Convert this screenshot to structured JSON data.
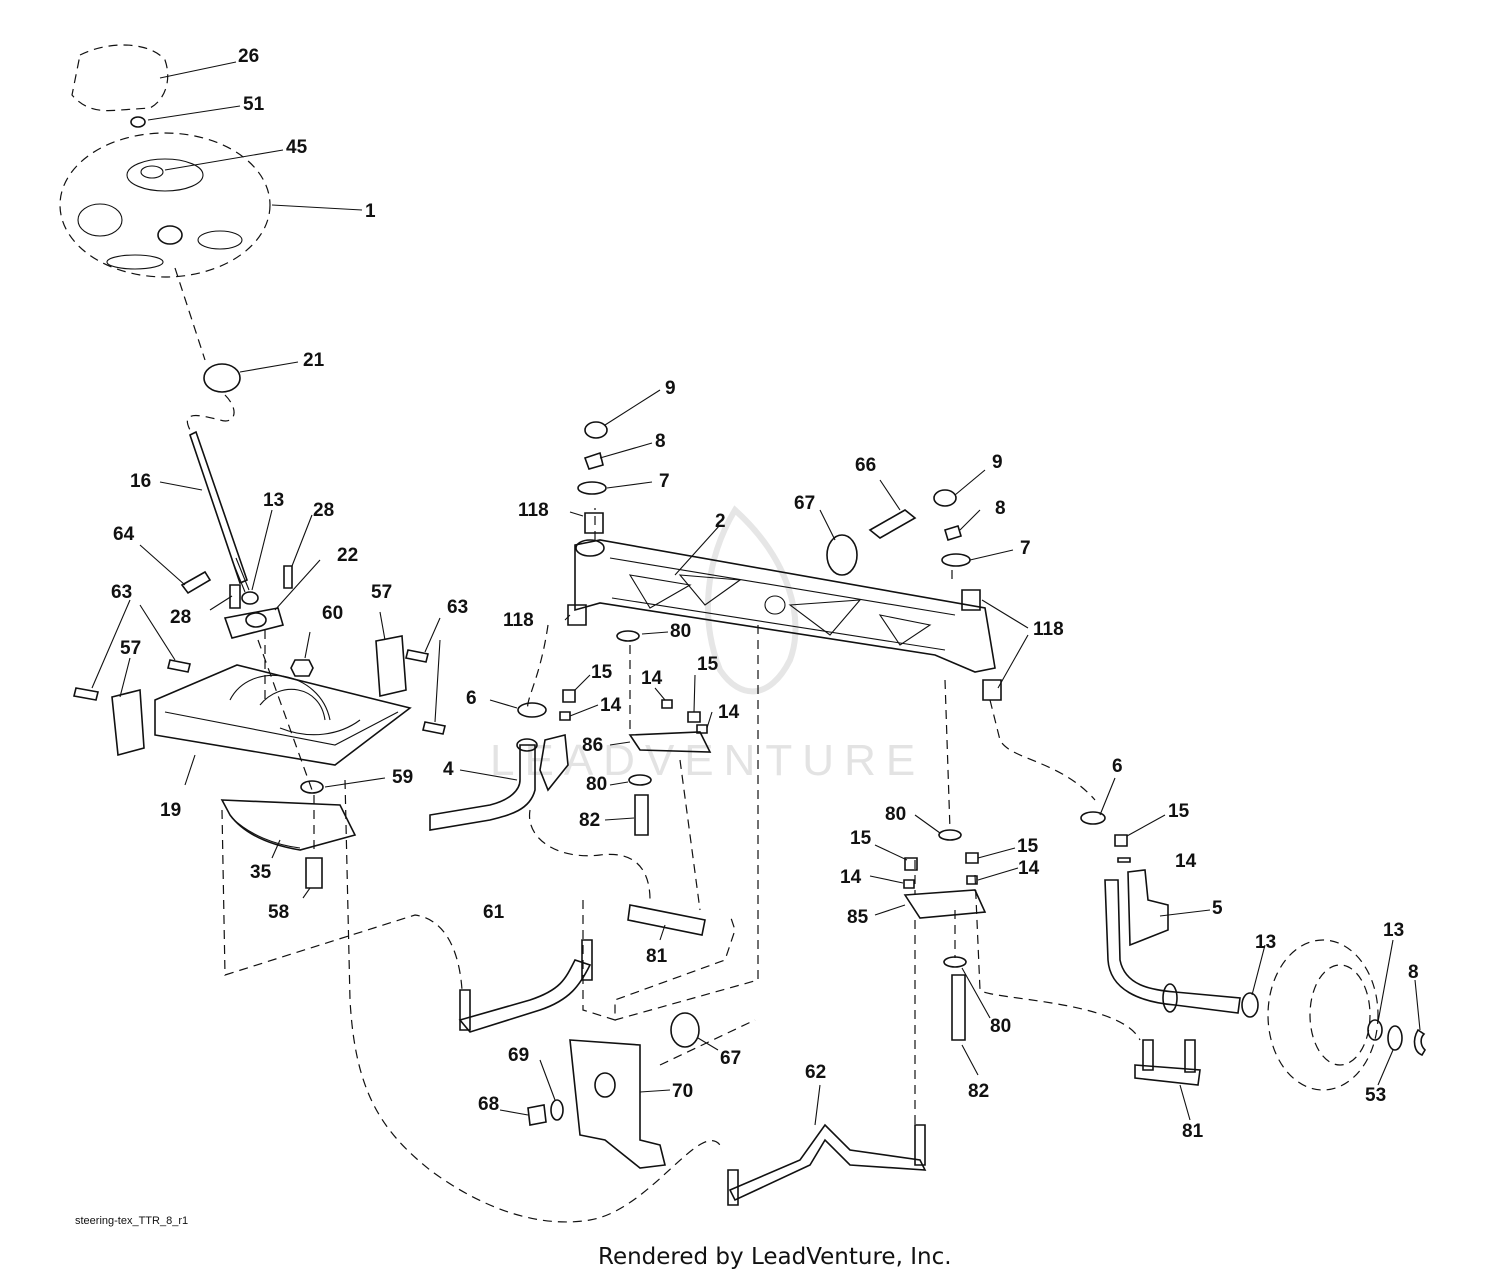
{
  "watermark": "LEADVENTURE",
  "file_name": "steering-tex_TTR_8_r1",
  "credit": "Rendered by LeadVenture, Inc.",
  "callouts": [
    {
      "id": "c26",
      "text": "26"
    },
    {
      "id": "c51",
      "text": "51"
    },
    {
      "id": "c45",
      "text": "45"
    },
    {
      "id": "c1",
      "text": "1"
    },
    {
      "id": "c21",
      "text": "21"
    },
    {
      "id": "c16",
      "text": "16"
    },
    {
      "id": "c13a",
      "text": "13"
    },
    {
      "id": "c28a",
      "text": "28"
    },
    {
      "id": "c64",
      "text": "64"
    },
    {
      "id": "c22",
      "text": "22"
    },
    {
      "id": "c28b",
      "text": "28"
    },
    {
      "id": "c57a",
      "text": "57"
    },
    {
      "id": "c63a",
      "text": "63"
    },
    {
      "id": "c63b",
      "text": "63"
    },
    {
      "id": "c60",
      "text": "60"
    },
    {
      "id": "c57b",
      "text": "57"
    },
    {
      "id": "c63c",
      "text": "63"
    },
    {
      "id": "c19",
      "text": "19"
    },
    {
      "id": "c59",
      "text": "59"
    },
    {
      "id": "c35",
      "text": "35"
    },
    {
      "id": "c58",
      "text": "58"
    },
    {
      "id": "c9a",
      "text": "9"
    },
    {
      "id": "c8a",
      "text": "8"
    },
    {
      "id": "c7a",
      "text": "7"
    },
    {
      "id": "c118a",
      "text": "118"
    },
    {
      "id": "c2",
      "text": "2"
    },
    {
      "id": "c66",
      "text": "66"
    },
    {
      "id": "c67a",
      "text": "67"
    },
    {
      "id": "c9b",
      "text": "9"
    },
    {
      "id": "c8b",
      "text": "8"
    },
    {
      "id": "c7b",
      "text": "7"
    },
    {
      "id": "c118b",
      "text": "118"
    },
    {
      "id": "c80a",
      "text": "80"
    },
    {
      "id": "c118c",
      "text": "118"
    },
    {
      "id": "c6a",
      "text": "6"
    },
    {
      "id": "c15a",
      "text": "15"
    },
    {
      "id": "c14a",
      "text": "14"
    },
    {
      "id": "c14b",
      "text": "14"
    },
    {
      "id": "c15b",
      "text": "15"
    },
    {
      "id": "c14c",
      "text": "14"
    },
    {
      "id": "c4",
      "text": "4"
    },
    {
      "id": "c86",
      "text": "86"
    },
    {
      "id": "c80b",
      "text": "80"
    },
    {
      "id": "c82a",
      "text": "82"
    },
    {
      "id": "c6b",
      "text": "6"
    },
    {
      "id": "c15c",
      "text": "15"
    },
    {
      "id": "c80c",
      "text": "80"
    },
    {
      "id": "c15d",
      "text": "15"
    },
    {
      "id": "c15e",
      "text": "15"
    },
    {
      "id": "c14d",
      "text": "14"
    },
    {
      "id": "c14e",
      "text": "14"
    },
    {
      "id": "c14f",
      "text": "14"
    },
    {
      "id": "c85",
      "text": "85"
    },
    {
      "id": "c5",
      "text": "5"
    },
    {
      "id": "c61",
      "text": "61"
    },
    {
      "id": "c81a",
      "text": "81"
    },
    {
      "id": "c13b",
      "text": "13"
    },
    {
      "id": "c13c",
      "text": "13"
    },
    {
      "id": "c8c",
      "text": "8"
    },
    {
      "id": "c80d",
      "text": "80"
    },
    {
      "id": "c69",
      "text": "69"
    },
    {
      "id": "c67b",
      "text": "67"
    },
    {
      "id": "c70",
      "text": "70"
    },
    {
      "id": "c68",
      "text": "68"
    },
    {
      "id": "c62",
      "text": "62"
    },
    {
      "id": "c82b",
      "text": "82"
    },
    {
      "id": "c53",
      "text": "53"
    },
    {
      "id": "c81b",
      "text": "81"
    }
  ]
}
